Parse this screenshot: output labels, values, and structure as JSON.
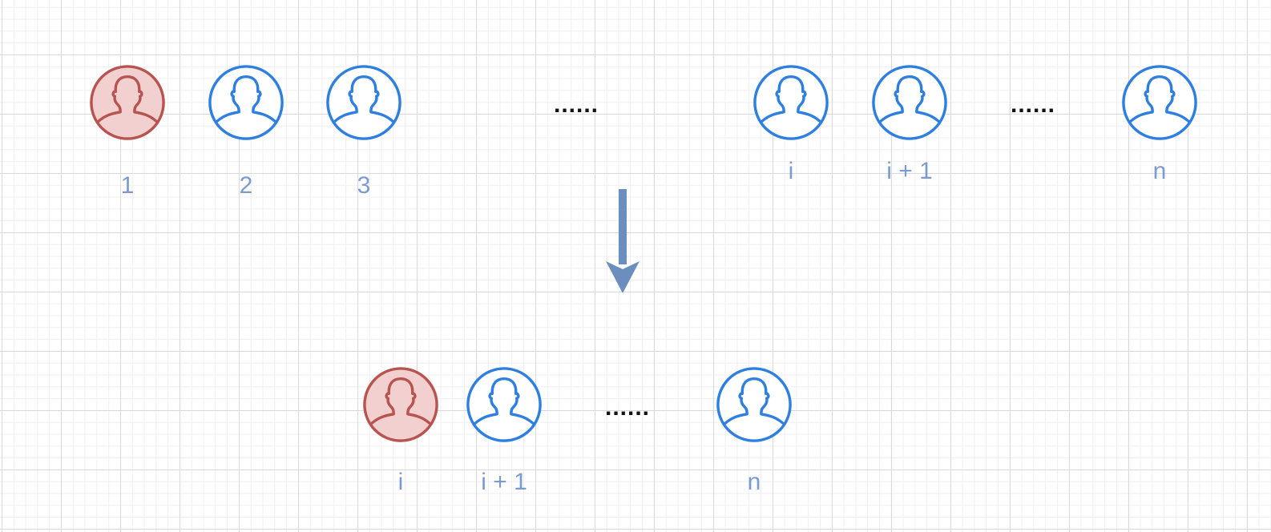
{
  "colors": {
    "highlight_stroke": "#b85450",
    "highlight_fill": "#f2d0cf",
    "normal_stroke": "#2f7fe0",
    "normal_fill": "#ffffff",
    "label": "#7b9bd0",
    "arrow": "#6c8ebf"
  },
  "icon": "person-avatar-icon",
  "top_row": {
    "people": [
      {
        "label": "1",
        "highlight": true
      },
      {
        "label": "2",
        "highlight": false
      },
      {
        "label": "3",
        "highlight": false
      },
      {
        "label": "i",
        "highlight": false
      },
      {
        "label": "i + 1",
        "highlight": false
      },
      {
        "label": "n",
        "highlight": false
      }
    ],
    "ellipses": [
      "......",
      "......"
    ]
  },
  "bottom_row": {
    "people": [
      {
        "label": "i",
        "highlight": true
      },
      {
        "label": "i + 1",
        "highlight": false
      },
      {
        "label": "n",
        "highlight": false
      }
    ],
    "ellipses": [
      "......"
    ]
  },
  "arrow_icon": "arrow-down-icon"
}
